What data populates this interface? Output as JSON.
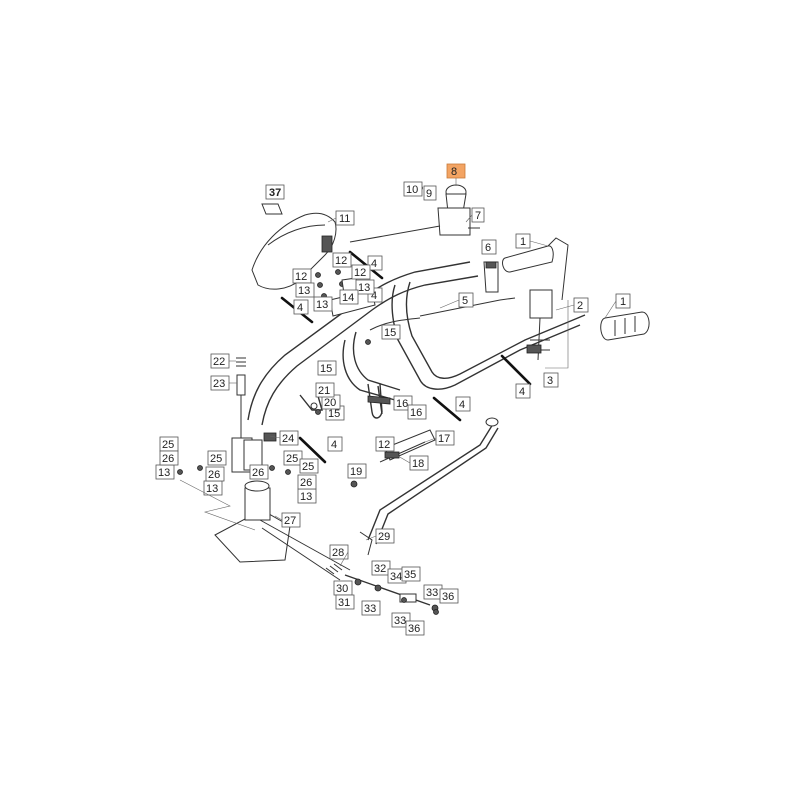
{
  "diagram": {
    "highlight_color": "#f3a463",
    "labels": {
      "p1a": "1",
      "p1b": "1",
      "p2": "2",
      "p3": "3",
      "p4a": "4",
      "p4b": "4",
      "p4c": "4",
      "p4d": "4",
      "p4e": "4",
      "p4f": "4",
      "p5": "5",
      "p6": "6",
      "p7": "7",
      "p8": "8",
      "p9": "9",
      "p10": "10",
      "p11": "11",
      "p12a": "12",
      "p12b": "12",
      "p12c": "12",
      "p12d": "12",
      "p13a": "13",
      "p13b": "13",
      "p13c": "13",
      "p13d": "13",
      "p13e": "13",
      "p13f": "13",
      "p14": "14",
      "p15a": "15",
      "p15b": "15",
      "p15c": "15",
      "p16a": "16",
      "p16b": "16",
      "p17": "17",
      "p18": "18",
      "p19": "19",
      "p20": "20",
      "p21": "21",
      "p22": "22",
      "p23": "23",
      "p24": "24",
      "p25a": "25",
      "p25b": "25",
      "p25c": "25",
      "p25d": "25",
      "p26a": "26",
      "p26b": "26",
      "p26c": "26",
      "p26d": "26",
      "p27": "27",
      "p28": "28",
      "p29": "29",
      "p30": "30",
      "p31": "31",
      "p32": "32",
      "p33a": "33",
      "p33b": "33",
      "p33c": "33",
      "p34": "34",
      "p35": "35",
      "p36a": "36",
      "p36b": "36",
      "p37": "37"
    }
  }
}
